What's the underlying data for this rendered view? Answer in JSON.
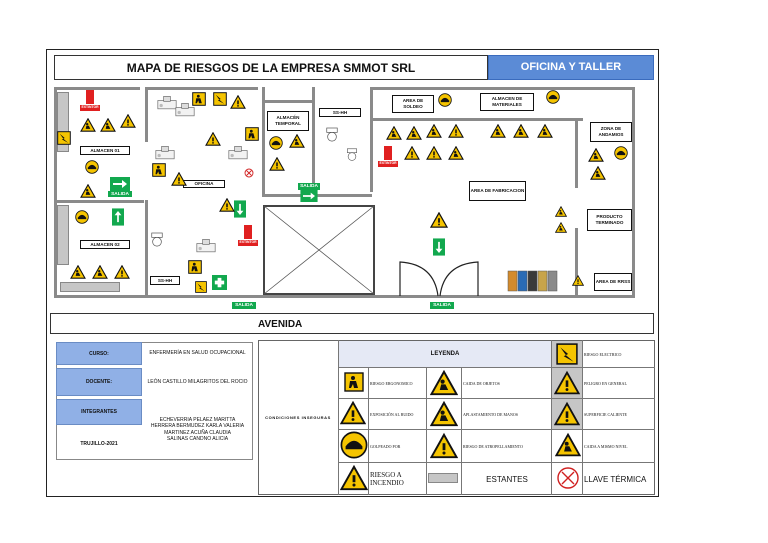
{
  "title": "MAPA DE RIESGOS DE LA EMPRESA SMMOT  SRL",
  "area_label": "OFICINA Y TALLER",
  "rooms": {
    "almacen_01": "ALMACEN 01",
    "almacen_02": "ALMACEN  02",
    "oficina": "OFICINA",
    "almacen_temporal": "ALMACÉN TEMPORAL",
    "sshh_top": "SS-HH",
    "sshh_bottom": "SS-HH",
    "area_soldeo": "AREA DE SOLDEO",
    "almacen_materiales": "ALMACEN DE MATERIALES",
    "zona_andamios": "ZONA DE ANDAMIOS",
    "area_fabricacion": "AREA DE FABRICACION",
    "producto_terminado": "PRODUCTO TERMINADO",
    "area_rrss": "AREA DE RRSS"
  },
  "salida_label": "SALIDA",
  "extintor_label": "EXTINTOR",
  "street": "AVENIDA",
  "info": {
    "curso_label": "CURSO:",
    "curso_value": "ENFERMERÍA EN SALUD OCUPACIONAL",
    "docente_label": "DOCENTE:",
    "docente_value": "LEÓN CASTILLO MILAGRITOS DEL ROCIO",
    "integrantes_label": "INTEGRANTES",
    "integrantes": [
      "ECHEVERRIA PELAEZ MARITTA",
      "HERRERA BERMUDEZ KARLA VALERIA",
      "MARTINEZ ACUÑA CLAUDIA",
      "SALINAS CANDNO ALICIA"
    ],
    "lugar_fecha": "TRUJILLO-2021"
  },
  "legend": {
    "side_label": "CONDICIONES INSEGURAS",
    "header": "LEYENDA",
    "items": {
      "electrico": "RIESGO ELECTRICO",
      "ergonomico": "RIESGO ERGONOMICO",
      "caida_objetos": "CAIDA DE OBJETOS",
      "peligro_general": "PELIGRO EN GENERAL",
      "ruido": "EXPOSICIÓN AL RUIDO",
      "manos": "APLASTAMIENTO DE MANOS",
      "caliente": "SUPERFICIE CALIENTE",
      "golpeado": "GOLPEADO POR",
      "atropellamiento": "RIESGO DE ATROPELLAMIENTO",
      "caida_nivel": "CAIDA A MISMO NIVEL",
      "incendio": "RIESGO A INCENDIO",
      "estantes": "ESTANTES",
      "llave": "LLAVE TÉRMICA"
    }
  },
  "colors": {
    "warning_yellow": "#f5c400",
    "exit_green": "#12a84e",
    "extinguisher_red": "#e02020",
    "header_blue": "#5b8bd6",
    "info_blue": "#90b0e6",
    "wall_gray": "#8a8a8a"
  }
}
